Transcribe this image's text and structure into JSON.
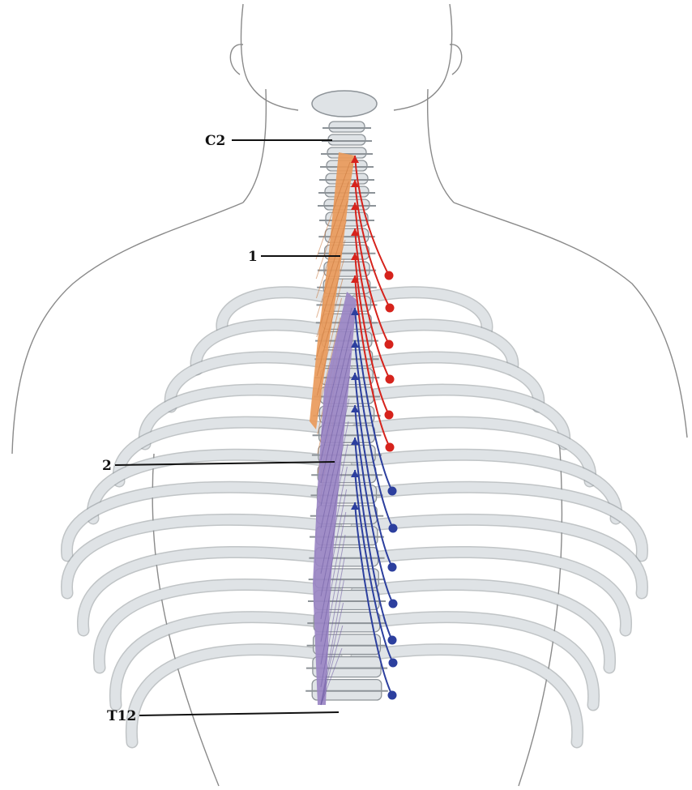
{
  "figure": {
    "labels": {
      "c2": "C2",
      "one": "1",
      "two": "2",
      "t12": "T12"
    },
    "colors": {
      "background": "#ffffff",
      "outline": "#8a8a8a",
      "bone_fill": "#dfe3e6",
      "bone_stroke": "#8d9398",
      "muscle_upper": "#e99a5b",
      "muscle_lower": "#9a86c4",
      "red_pathway": "#d6231c",
      "blue_pathway": "#2c3f9e",
      "leader_line": "#111111"
    }
  }
}
